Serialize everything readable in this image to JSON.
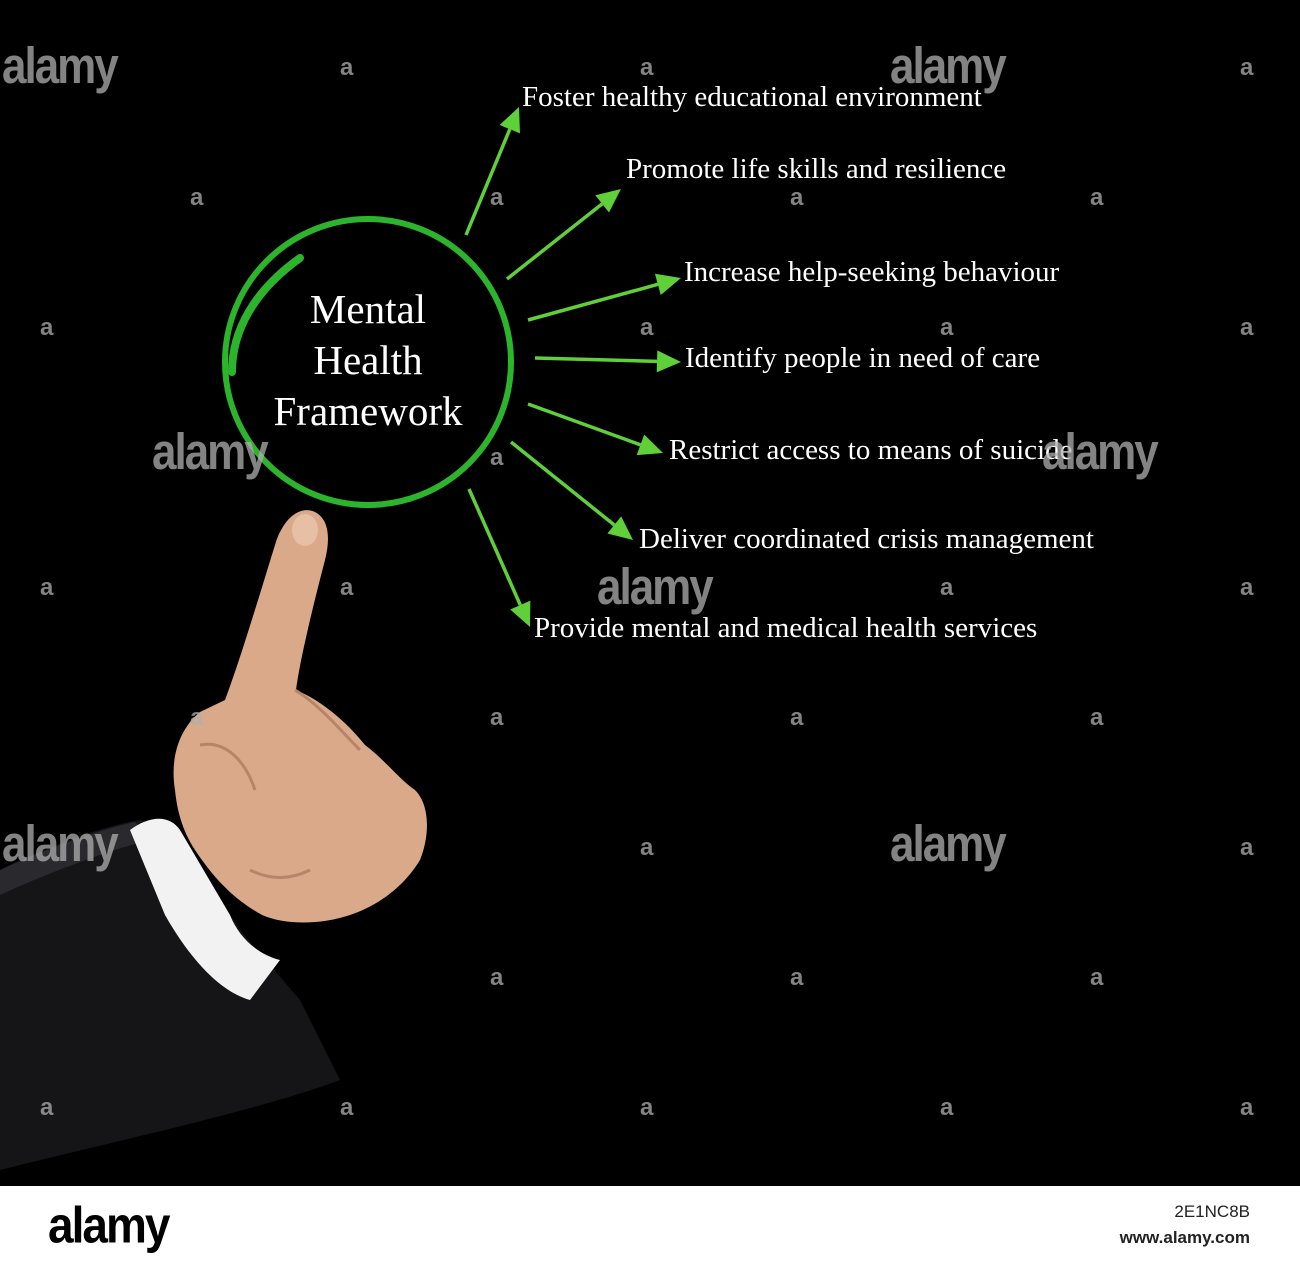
{
  "hub": {
    "title_lines": [
      "Mental",
      "Health",
      "Framework"
    ],
    "ring_color": "#2cb52c"
  },
  "arrow_color": "#5fcf3a",
  "items": [
    {
      "label": "Foster healthy educational environment"
    },
    {
      "label": "Promote life skills and resilience"
    },
    {
      "label": "Increase help-seeking behaviour"
    },
    {
      "label": "Identify people in need of care"
    },
    {
      "label": "Restrict access to means of suicide"
    },
    {
      "label": "Deliver coordinated crisis management"
    },
    {
      "label": "Provide mental and medical health services"
    }
  ],
  "watermark": {
    "text": "alamy",
    "mark": "a"
  },
  "footer": {
    "logo": "alamy",
    "image_id": "2E1NC8B",
    "url": "www.alamy.com"
  }
}
